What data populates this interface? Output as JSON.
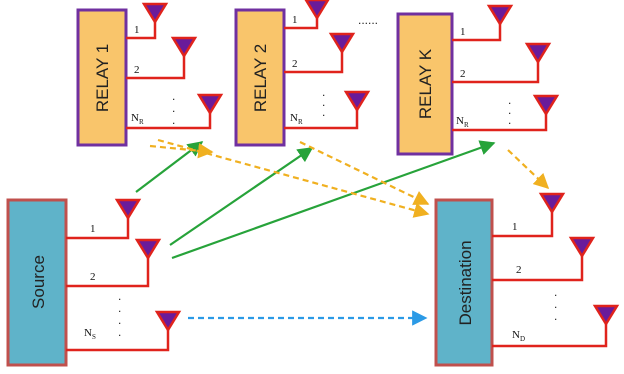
{
  "relays": [
    {
      "label": "RELAY 1",
      "antenna_labels": [
        "1",
        "2",
        "N",
        "R"
      ]
    },
    {
      "label": "RELAY 2",
      "antenna_labels": [
        "1",
        "2",
        "N",
        "R"
      ]
    },
    {
      "label": "RELAY K",
      "antenna_labels": [
        "1",
        "2",
        "N",
        "R"
      ]
    }
  ],
  "relay_gap_dots": "......",
  "source": {
    "label": "Source",
    "antenna_labels": [
      "1",
      "2",
      "N",
      "S"
    ]
  },
  "destination": {
    "label": "Destination",
    "antenna_labels": [
      "1",
      "2",
      "N",
      "D"
    ]
  },
  "colors": {
    "relay_fill": "#f9c56b",
    "relay_border": "#7030a0",
    "source_fill": "#5fb3c9",
    "source_border": "#c0504d",
    "wire": "#e0231c",
    "antenna_fill": "#6a1b9a",
    "antenna_border": "#e0231c",
    "arrow_green": "#27a33a",
    "arrow_orange": "#f0b020",
    "arrow_blue": "#2b9ae6"
  }
}
